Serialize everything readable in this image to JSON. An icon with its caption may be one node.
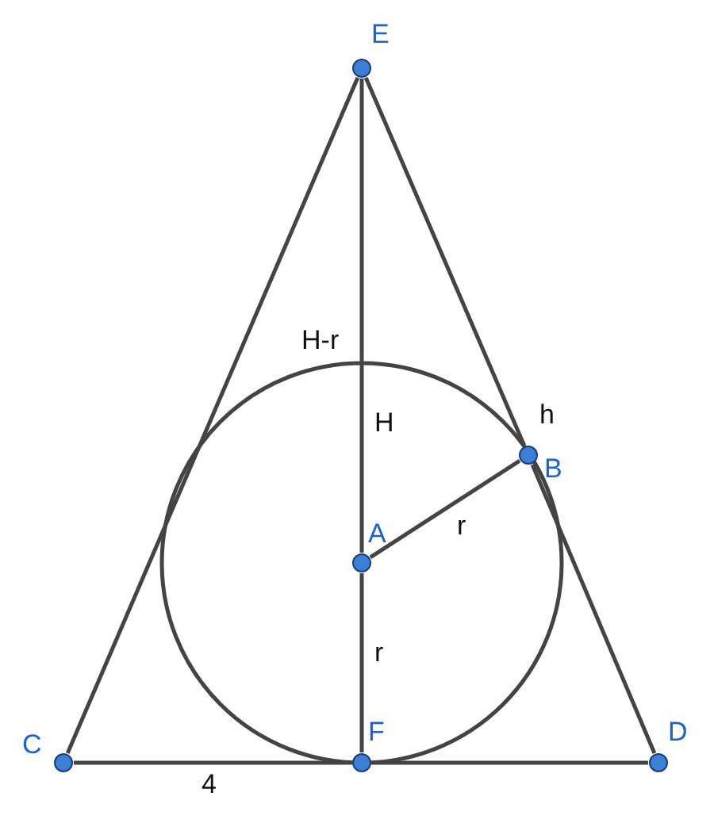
{
  "diagram": {
    "nodes": [
      {
        "text": [
          "E"
        ]
      },
      {
        "text": [
          "B"
        ]
      },
      {
        "text": [
          "A"
        ]
      },
      {
        "text": [
          "C"
        ]
      },
      {
        "text": [
          "F"
        ]
      },
      {
        "text": [
          "D"
        ]
      }
    ],
    "edges": [
      {
        "from": 0,
        "to": 3,
        "arrow": "none"
      },
      {
        "from": 0,
        "to": 1,
        "arrow": "none"
      },
      {
        "from": 1,
        "to": 5,
        "arrow": "none"
      },
      {
        "from": 3,
        "to": 4,
        "arrow": "none"
      },
      {
        "from": 4,
        "to": 5,
        "arrow": "none"
      },
      {
        "from": 0,
        "to": 2,
        "arrow": "none"
      },
      {
        "from": 2,
        "to": 4,
        "arrow": "none"
      },
      {
        "from": 2,
        "to": 1,
        "arrow": "none"
      }
    ],
    "labels": [
      "H-r",
      "h",
      "H",
      "r",
      "r",
      "4"
    ]
  }
}
